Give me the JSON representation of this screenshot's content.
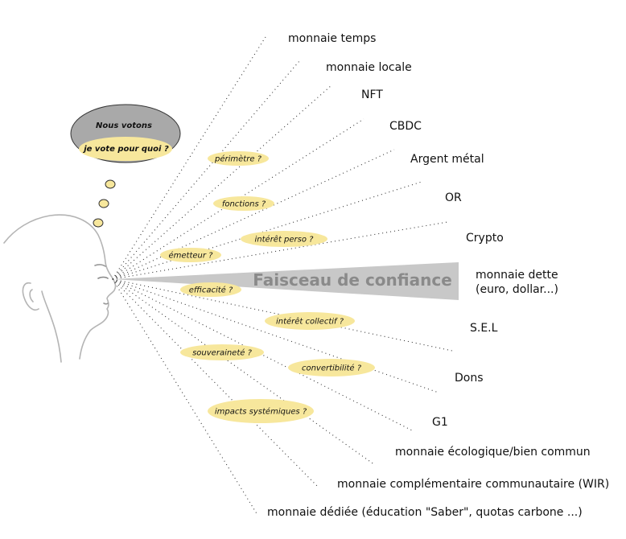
{
  "bubble": {
    "line1": "Nous votons",
    "line2": "je vote pour quoi ?"
  },
  "beam_label": "Faisceau de confiance",
  "currencies": [
    {
      "label": "monnaie temps"
    },
    {
      "label": "monnaie locale"
    },
    {
      "label": "NFT"
    },
    {
      "label": "CBDC"
    },
    {
      "label": "Argent métal"
    },
    {
      "label": "OR"
    },
    {
      "label": "Crypto"
    },
    {
      "label": "monnaie dette",
      "label2": "(euro, dollar...)"
    },
    {
      "label": "S.E.L"
    },
    {
      "label": "Dons"
    },
    {
      "label": "G1"
    },
    {
      "label": "monnaie écologique/bien commun"
    },
    {
      "label": "monnaie complémentaire communautaire (WIR)"
    },
    {
      "label": "monnaie dédiée (éducation \"Saber\", quotas carbone ...)"
    }
  ],
  "questions": [
    {
      "label": "périmètre ?"
    },
    {
      "label": "fonctions ?"
    },
    {
      "label": "intérêt perso ?"
    },
    {
      "label": "émetteur ?"
    },
    {
      "label": "efficacité ?"
    },
    {
      "label": "intérêt collectif ?"
    },
    {
      "label": "souveraineté ?"
    },
    {
      "label": "convertibilité ?"
    },
    {
      "label": "impacts systémiques ?"
    }
  ],
  "colors": {
    "bubble_fill": "#a9a9a9",
    "highlight": "#f7e79c",
    "beam": "#c8c8c8",
    "face_line": "#b4b4b4"
  }
}
